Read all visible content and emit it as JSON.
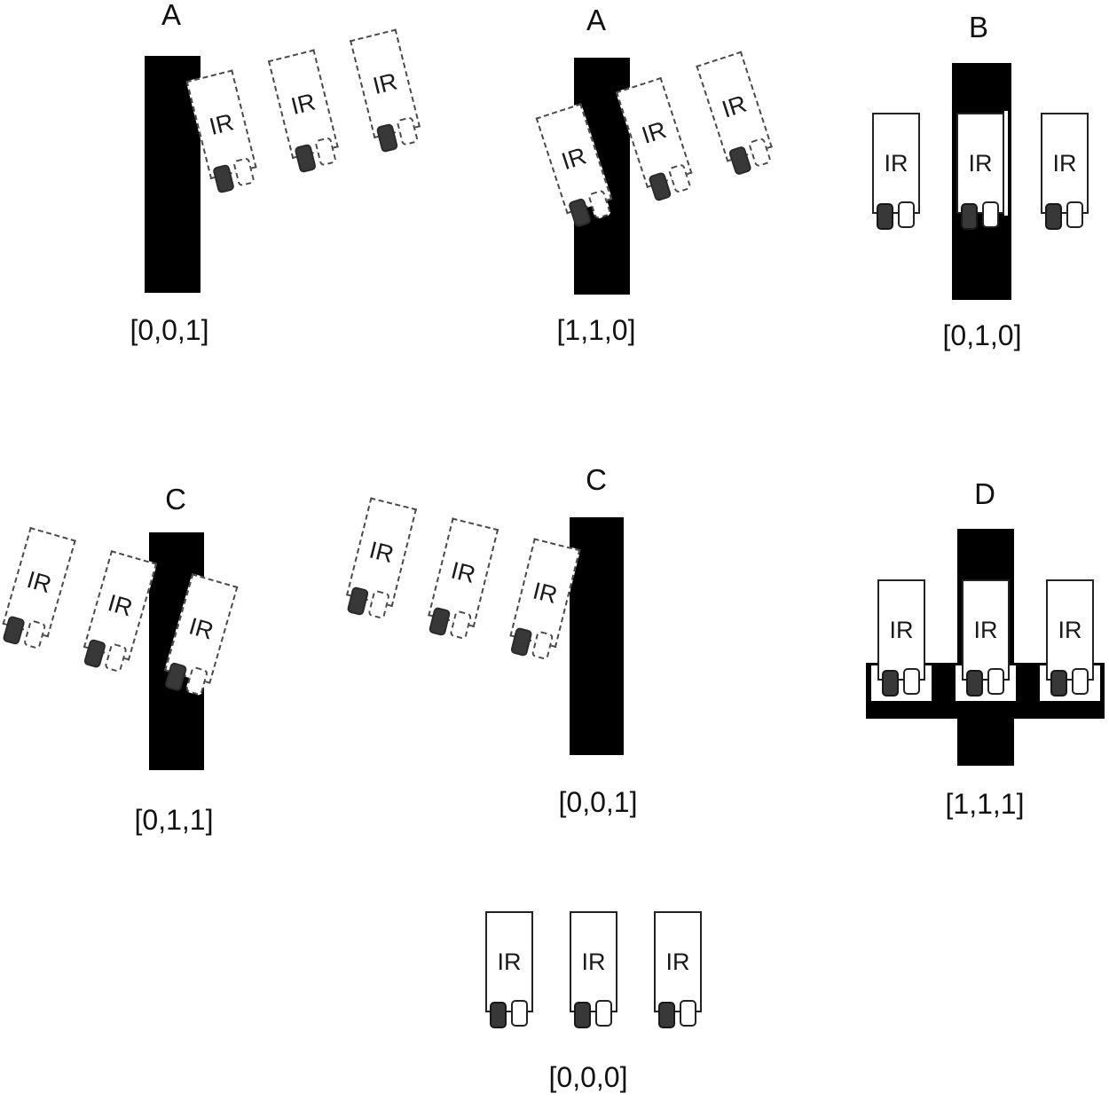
{
  "sensor_label": "IR",
  "colors": {
    "line": "#000000",
    "sensor_fill": "#ffffff",
    "emitter_pad": "#383838",
    "receiver_pad": "#ffffff"
  },
  "panels": {
    "a1": {
      "label": "A",
      "reading": "[0,0,1]"
    },
    "a2": {
      "label": "A",
      "reading": "[1,1,0]"
    },
    "b": {
      "label": "B",
      "reading": "[0,1,0]"
    },
    "c1": {
      "label": "C",
      "reading": "[0,1,1]"
    },
    "c2": {
      "label": "C",
      "reading": "[0,0,1]"
    },
    "d": {
      "label": "D",
      "reading": "[1,1,1]"
    },
    "center": {
      "reading": "[0,0,0]"
    }
  }
}
